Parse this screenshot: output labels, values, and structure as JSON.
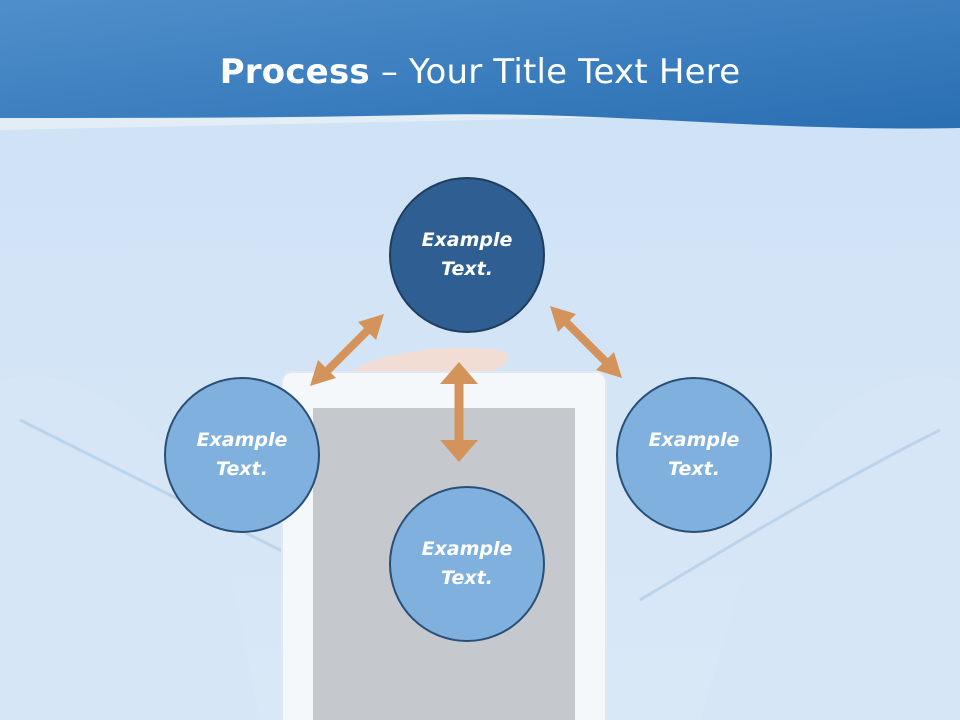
{
  "slide": {
    "title_bold": "Process",
    "title_rest": " – Your Title Text Here"
  },
  "diagram": {
    "nodes": {
      "top": "Example\nText.",
      "left": "Example\nText.",
      "right": "Example\nText.",
      "bottom": "Example\nText."
    }
  },
  "colors": {
    "header": "#2f74b5",
    "node_dark": "#2f5f92",
    "node_light": "#7fb0de",
    "arrow": "#d3935a"
  }
}
